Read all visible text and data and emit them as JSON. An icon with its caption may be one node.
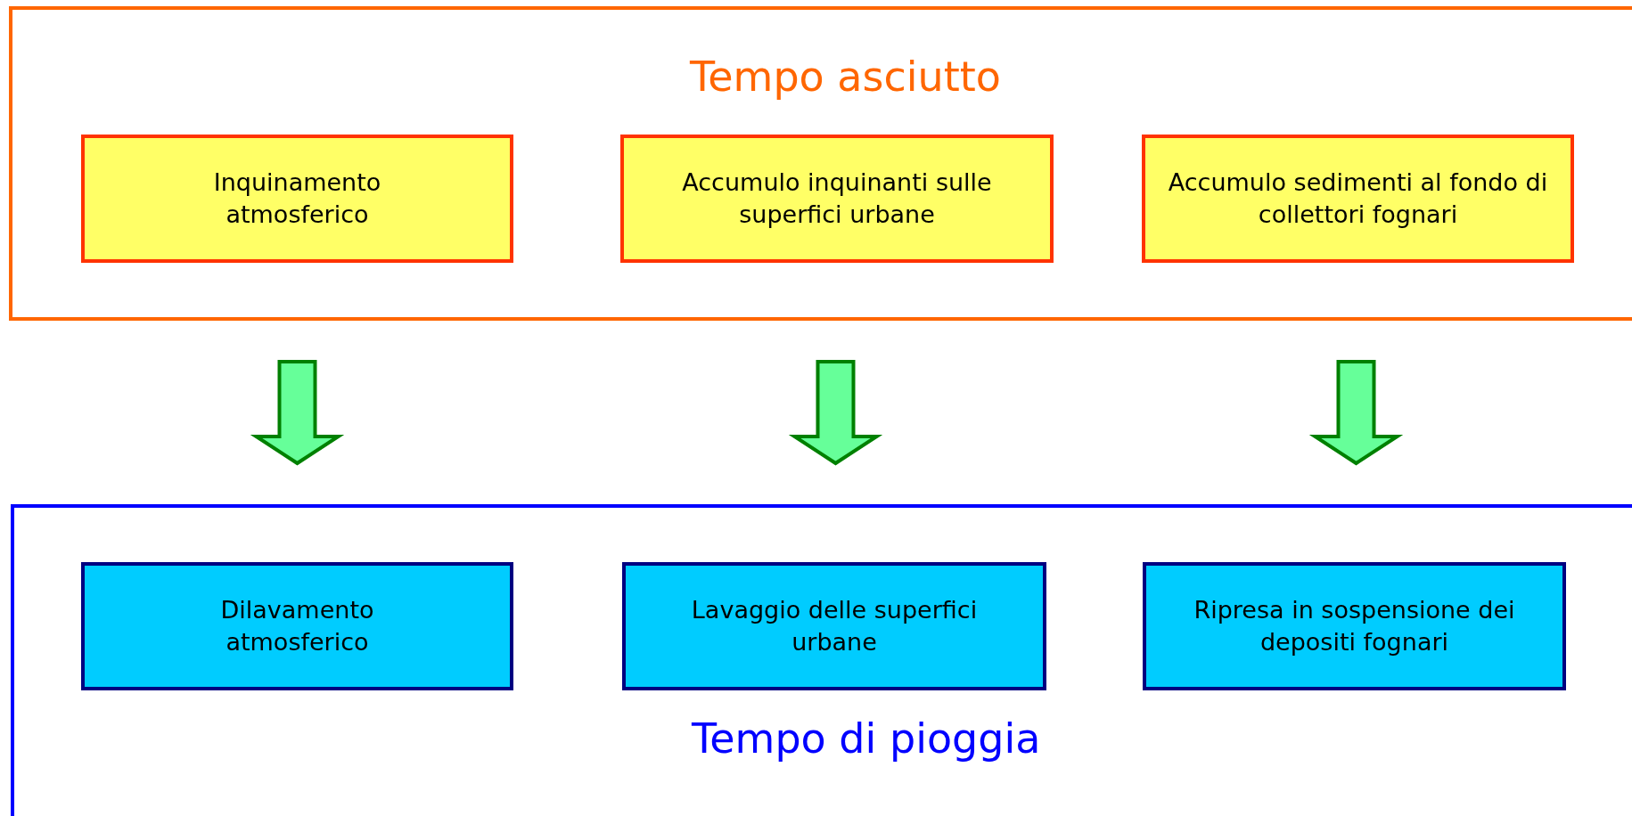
{
  "diagram": {
    "nodes": [
      {
        "text": [
          "Tempo asciutto"
        ]
      },
      {
        "text": [
          "Inquinamento atmosferico"
        ],
        "in": 0
      },
      {
        "text": [
          "Accumulo inquinanti sulle superfici urbane"
        ],
        "in": 0
      },
      {
        "text": [
          "Accumulo sedimenti al fondo di collettori fognari"
        ],
        "in": 0
      },
      {
        "text": [
          "Tempo di pioggia"
        ]
      },
      {
        "text": [
          "Dilavamento atmosferico"
        ],
        "in": 4
      },
      {
        "text": [
          "Lavaggio delle superfici urbane"
        ],
        "in": 4
      },
      {
        "text": [
          "Ripresa in sospensione dei depositi fognari"
        ],
        "in": 4
      }
    ],
    "edges": [
      {
        "from": 1,
        "to": 5,
        "arrow": "to"
      },
      {
        "from": 2,
        "to": 6,
        "arrow": "to"
      },
      {
        "from": 3,
        "to": 7,
        "arrow": "to"
      }
    ]
  }
}
